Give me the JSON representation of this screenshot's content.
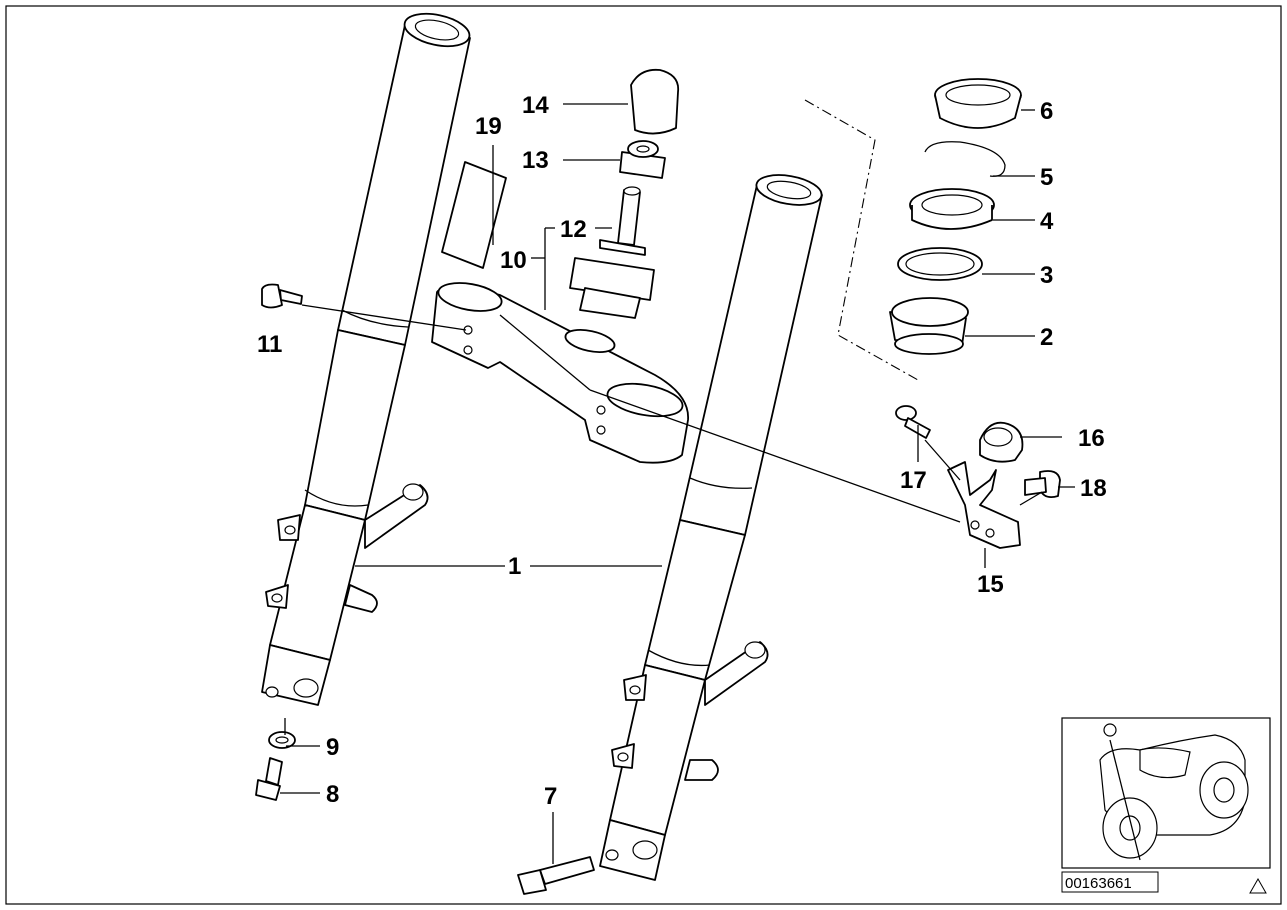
{
  "diagram": {
    "callouts": {
      "c1": "1",
      "c2": "2",
      "c3": "3",
      "c4": "4",
      "c5": "5",
      "c6": "6",
      "c7": "7",
      "c8": "8",
      "c9": "9",
      "c10": "10",
      "c11": "11",
      "c12": "12",
      "c13": "13",
      "c14": "14",
      "c15": "15",
      "c16": "16",
      "c17": "17",
      "c18": "18",
      "c19": "19"
    },
    "image_code": "00163661"
  }
}
